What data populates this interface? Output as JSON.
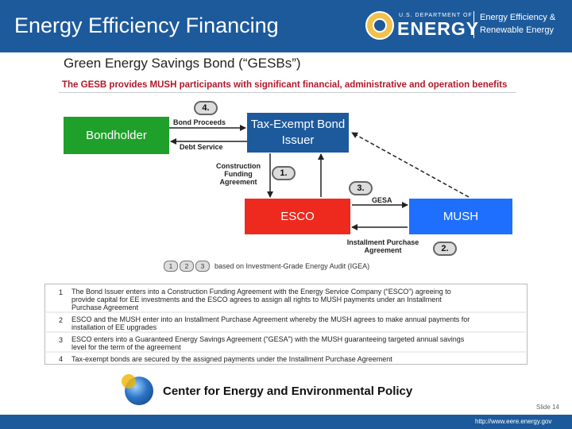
{
  "header": {
    "title": "Energy Efficiency Financing",
    "logo_dept": "U.S. DEPARTMENT OF",
    "logo_word": "ENERGY",
    "logo_eere_line1": "Energy Efficiency &",
    "logo_eere_line2": "Renewable Energy"
  },
  "slide": {
    "title": "Green Energy Savings Bond (“GESBs”)",
    "subtitle": "The GESB provides MUSH participants with significant financial, administrative and operation benefits"
  },
  "diagram": {
    "boxes": {
      "bondholder": "Bondholder",
      "issuer": "Tax-Exempt Bond Issuer",
      "esco": "ESCO",
      "mush": "MUSH"
    },
    "labels": {
      "bond_proceeds": "Bond Proceeds",
      "debt_service": "Debt Service",
      "construction_line1": "Construction",
      "construction_line2": "Funding",
      "construction_line3": "Agreement",
      "gesa": "GESA",
      "installment_line1": "Installment Purchase",
      "installment_line2": "Agreement"
    },
    "numbers": [
      "1.",
      "2.",
      "3.",
      "4."
    ],
    "legend": {
      "chips": [
        "1",
        "2",
        "3"
      ],
      "text": "based on Investment-Grade Energy Audit (IGEA)"
    }
  },
  "steps": [
    {
      "num": "1",
      "lines": [
        "The Bond Issuer enters into a Construction Funding Agreement with the Energy Service Company (“ESCO”) agreeing to",
        "provide capital for EE investments and the ESCO agrees to assign all rights to MUSH payments under an Installment",
        "Purchase Agreement"
      ]
    },
    {
      "num": "2",
      "lines": [
        "ESCO and the MUSH enter into an Installment Purchase Agreement whereby the MUSH agrees to make annual payments for",
        "installation of EE upgrades"
      ]
    },
    {
      "num": "3",
      "lines": [
        "ESCO enters into a Guaranteed Energy Savings Agreement (“GESA”) with the MUSH guaranteeing targeted annual savings",
        "level for the term of the agreement"
      ]
    },
    {
      "num": "4",
      "lines": [
        "Tax-exempt bonds are secured by the assigned payments under the Installment Purchase Agreement"
      ]
    }
  ],
  "footer": {
    "center_name": "Center for Energy and Environmental Policy",
    "slide_number": "Slide 14",
    "url": "http://www.eere.energy.gov"
  },
  "colors": {
    "header_blue": "#1d5a9c",
    "bondholder_green": "#1fa02b",
    "issuer_blue": "#1d5a9c",
    "esco_red": "#ee2a1f",
    "mush_blue": "#1f6fff",
    "subtitle_red": "#b2182b"
  },
  "icons": [
    "doe-seal-icon",
    "globe-icon",
    "arrow-icons"
  ]
}
